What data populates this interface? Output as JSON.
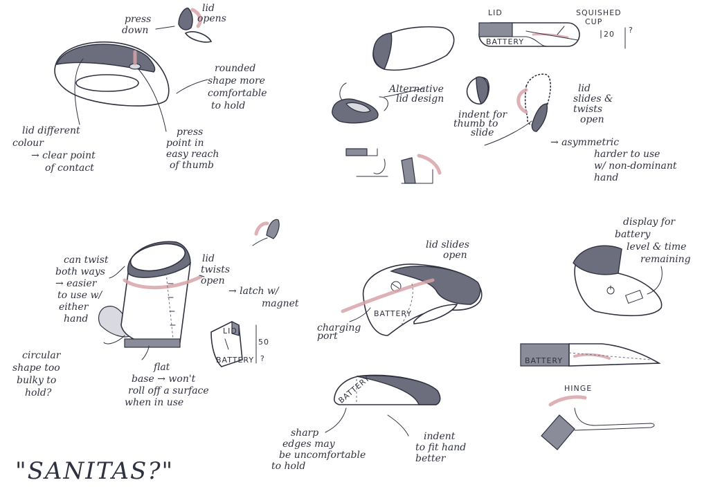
{
  "sketch": {
    "top_left": {
      "press_down": [
        "press",
        "down"
      ],
      "lid_opens": [
        "lid",
        "opens"
      ],
      "rounded_shape": [
        "rounded",
        "shape more",
        "comfortable",
        "to hold"
      ],
      "lid_different": [
        "lid different",
        "colour",
        "→ clear point",
        "of contact"
      ],
      "press_point": [
        "press",
        "point in",
        "easy reach",
        "of thumb"
      ]
    },
    "top_right": {
      "lid_label": "LID",
      "squished_cup": [
        "SQUISHED",
        "CUP"
      ],
      "battery_label": "BATTERY",
      "dim_20": "20",
      "dim_q": "?",
      "alt_lid": [
        "Alternative",
        "lid design"
      ],
      "indent_thumb": [
        "indent for",
        "thumb to",
        "slide"
      ],
      "lid_slides_twists": [
        "lid",
        "slides &",
        "twists",
        "open"
      ],
      "asymmetric": [
        "→ asymmetric",
        "harder to use",
        "w/ non-dominant",
        "hand"
      ]
    },
    "bottom_left": {
      "can_twist": [
        "can twist",
        "both ways",
        "→ easier",
        "to use w/",
        "either",
        "hand"
      ],
      "lid_twists_open": [
        "lid",
        "twists",
        "open"
      ],
      "latch_magnet": [
        "→ latch w/",
        "magnet"
      ],
      "circular_shape": [
        "circular",
        "shape too",
        "bulky to",
        "hold?"
      ],
      "flat_base": [
        "flat",
        "base → won't",
        "roll off a surface",
        "when in use"
      ],
      "lid_small": "LID",
      "battery_small": "BATTERY",
      "dim_50": "50",
      "dim_q": "?"
    },
    "bottom_middle": {
      "lid_slides_open": [
        "lid slides",
        "open"
      ],
      "battery_label": "BATTERY",
      "charging_port": [
        "charging",
        "port"
      ],
      "battery_label2": "BATTERY",
      "sharp_edges": [
        "sharp",
        "edges may",
        "be uncomfortable",
        "to hold"
      ],
      "indent_hand": [
        "indent",
        "to fit hand",
        "better"
      ]
    },
    "bottom_right": {
      "display": [
        "display for",
        "battery",
        "level & time",
        "remaining"
      ],
      "battery_label": "BATTERY",
      "hinge": "HINGE"
    },
    "title": "\"SANITAS?\""
  }
}
